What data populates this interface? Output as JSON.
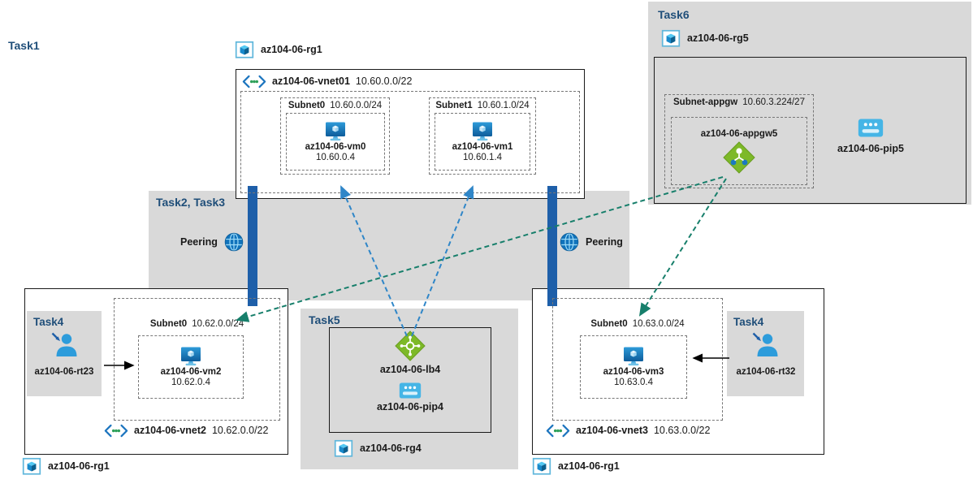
{
  "colors": {
    "task_label": "#1F4E79",
    "region_gray": "#D9D9D9",
    "bar_blue": "#1E5FA9",
    "arrow_blue": "#2F86C8",
    "arrow_green": "#177F6B",
    "arrow_black": "#000000"
  },
  "labels": {
    "task1": "Task1",
    "task23": "Task2, Task3",
    "task4_left": "Task4",
    "task4_right": "Task4",
    "task5": "Task5",
    "task6": "Task6",
    "peering_left": "Peering",
    "peering_right": "Peering"
  },
  "resource_groups": {
    "rg1_top": "az104-06-rg1",
    "rg5": "az104-06-rg5",
    "rg1_left": "az104-06-rg1",
    "rg4": "az104-06-rg4",
    "rg1_right": "az104-06-rg1"
  },
  "vnets": {
    "vnet01": {
      "name": "az104-06-vnet01",
      "cidr": "10.60.0.0/22"
    },
    "vnet2": {
      "name": "az104-06-vnet2",
      "cidr": "10.62.0.0/22"
    },
    "vnet3": {
      "name": "az104-06-vnet3",
      "cidr": "10.63.0.0/22"
    }
  },
  "subnets": {
    "subnet0_vnet01": {
      "name": "Subnet0",
      "cidr": "10.60.0.0/24"
    },
    "subnet1_vnet01": {
      "name": "Subnet1",
      "cidr": "10.60.1.0/24"
    },
    "subnet_appgw": {
      "name": "Subnet-appgw",
      "cidr": "10.60.3.224/27"
    },
    "subnet0_vnet2": {
      "name": "Subnet0",
      "cidr": "10.62.0.0/24"
    },
    "subnet0_vnet3": {
      "name": "Subnet0",
      "cidr": "10.63.0.0/24"
    }
  },
  "vms": {
    "vm0": {
      "name": "az104-06-vm0",
      "ip": "10.60.0.4"
    },
    "vm1": {
      "name": "az104-06-vm1",
      "ip": "10.60.1.4"
    },
    "vm2": {
      "name": "az104-06-vm2",
      "ip": "10.62.0.4"
    },
    "vm3": {
      "name": "az104-06-vm3",
      "ip": "10.63.0.4"
    }
  },
  "appliances": {
    "appgw5": "az104-06-appgw5",
    "pip5": "az104-06-pip5",
    "lb4": "az104-06-lb4",
    "pip4": "az104-06-pip4",
    "rt23": "az104-06-rt23",
    "rt32": "az104-06-rt32"
  }
}
